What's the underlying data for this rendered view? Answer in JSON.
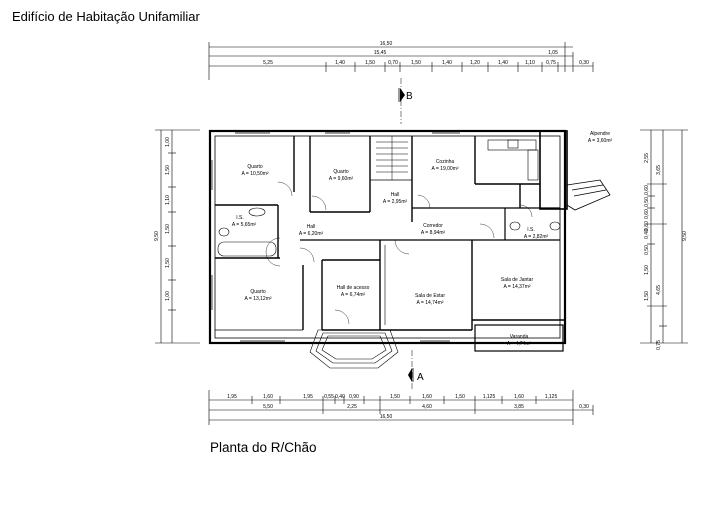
{
  "document": {
    "title": "Edifício de Habitação Unifamiliar",
    "caption": "Planta do R/Chão"
  },
  "section_marks": {
    "top": "B",
    "bottom": "A"
  },
  "top_dimensions": {
    "overall": "16,50",
    "row2": [
      "15,45",
      "1,05"
    ],
    "row3": [
      "5,25",
      "1,40",
      "1,50",
      "0,70",
      "1,50",
      "1,40",
      "1,20",
      "1,40",
      "1,10",
      "0,75",
      "0,30"
    ]
  },
  "bottom_dimensions": {
    "row1": [
      "1,95",
      "1,60",
      "1,95",
      "0,55",
      "0,40",
      "0,90",
      "1,50",
      "1,60",
      "1,50",
      "1,125",
      "1,60",
      "1,125"
    ],
    "row2": [
      "5,50",
      "2,25",
      "4,60",
      "3,85",
      "0,30"
    ],
    "overall": "16,50"
  },
  "left_dimensions": {
    "overall": "9,50",
    "segments": [
      "1,00",
      "1,50",
      "1,10",
      "1,50",
      "1,50",
      "1,00"
    ]
  },
  "right_dimensions": {
    "overall": "9,50",
    "group": [
      "3,65",
      "4,65",
      "0,75"
    ],
    "segments": [
      "2,55",
      "0,50",
      "0,60",
      "1,50",
      "0,80",
      "1,50"
    ],
    "first_col": [
      "0,60",
      "0,40",
      "0,50"
    ]
  },
  "rooms": [
    {
      "name": "Quarto",
      "area": "A = 10,50m²"
    },
    {
      "name": "Quarto",
      "area": "A = 9,60m²"
    },
    {
      "name": "Cozinha",
      "area": "A = 19,00m²"
    },
    {
      "name": "Alpendre",
      "area": "A = 3,60m²"
    },
    {
      "name": "Hall",
      "area": "A = 2,95m²"
    },
    {
      "name": "I.S.",
      "area": "A = 5,65m²"
    },
    {
      "name": "Hall",
      "area": "A = 6,20m²"
    },
    {
      "name": "Corredor",
      "area": "A = 8,94m²"
    },
    {
      "name": "I.S.",
      "area": "A = 2,82m²"
    },
    {
      "name": "Quarto",
      "area": "A = 13,12m²"
    },
    {
      "name": "Hall de acesso",
      "area": "A = 6,74m²"
    },
    {
      "name": "Sala de Estar",
      "area": "A = 14,74m²"
    },
    {
      "name": "Sala de Jantar",
      "area": "A = 14,37m²"
    },
    {
      "name": "Varanda",
      "area": "A = 4,74m²"
    }
  ]
}
